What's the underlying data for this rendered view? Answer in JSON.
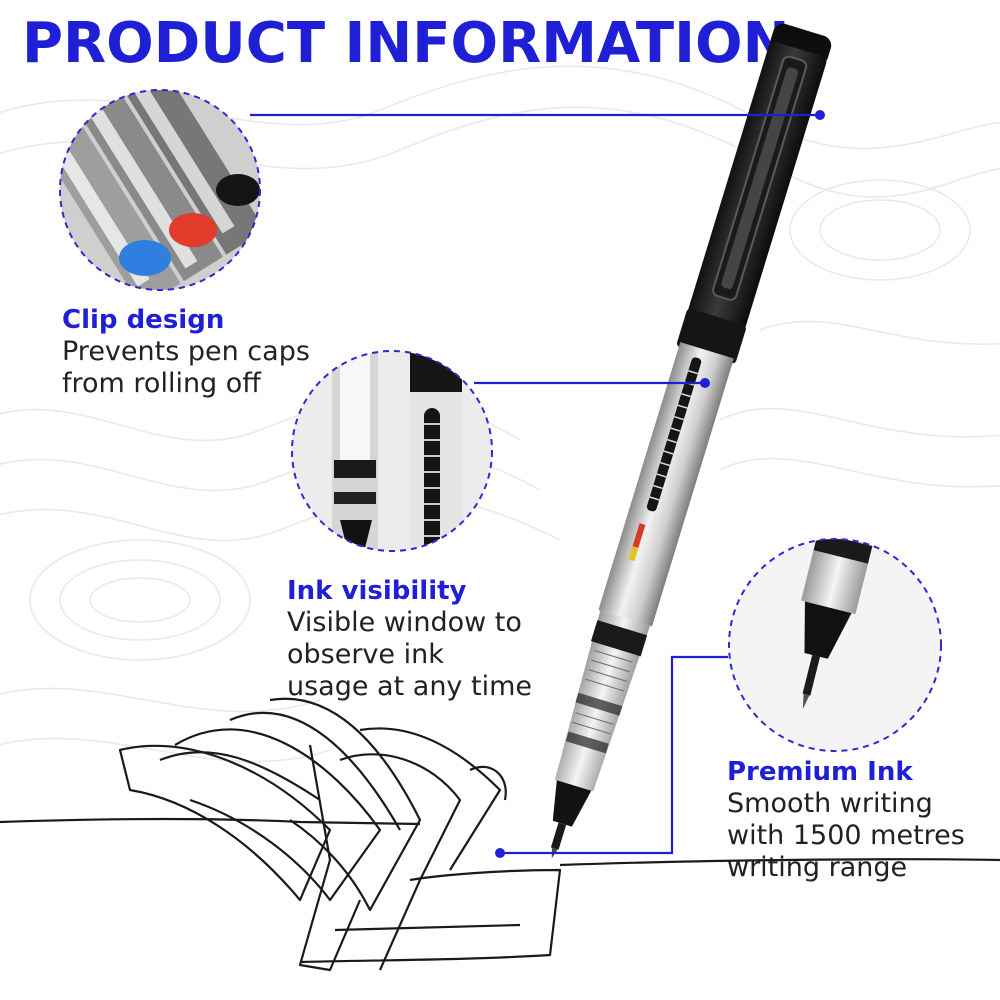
{
  "title": "PRODUCT INFORMATION",
  "accent_color": "#1f20d6",
  "features": [
    {
      "heading": "Clip design",
      "description": [
        "Prevents pen caps",
        "from rolling off"
      ],
      "image": "pen-caps-closeup"
    },
    {
      "heading": "Ink visibility",
      "description": [
        "Visible window to",
        "observe ink",
        "usage at any time"
      ],
      "image": "ink-window-closeup"
    },
    {
      "heading": "Premium Ink",
      "description": [
        "Smooth writing",
        "with 1500 metres",
        "writing range"
      ],
      "image": "pen-tip-closeup"
    }
  ],
  "product_image": "rollerball-pen-on-open-book"
}
